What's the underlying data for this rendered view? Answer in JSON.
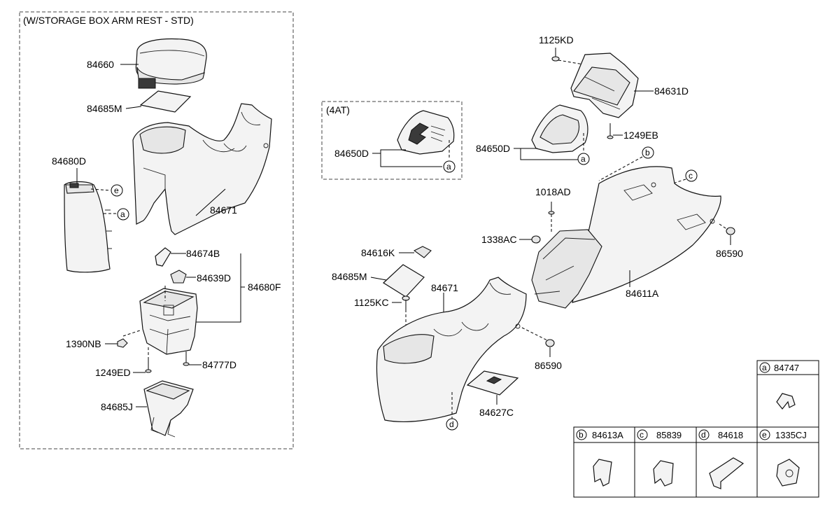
{
  "diagram": {
    "group_std_title": "(W/STORAGE BOX ARM REST - STD)",
    "group_4at_title": "(4AT)",
    "labels": {
      "p84660": "84660",
      "p84685M_left": "84685M",
      "p84680D": "84680D",
      "p84671_left": "84671",
      "p84674B": "84674B",
      "p84639D": "84639D",
      "p84680F": "84680F",
      "p1390NB": "1390NB",
      "p1249ED": "1249ED",
      "p84777D": "84777D",
      "p84685J": "84685J",
      "p84650D_4at": "84650D",
      "p1125KD": "1125KD",
      "p84631D": "84631D",
      "p1249EB": "1249EB",
      "p84650D_right": "84650D",
      "p1018AD": "1018AD",
      "p1338AC": "1338AC",
      "p86590_right": "86590",
      "p84611A": "84611A",
      "p84616K": "84616K",
      "p84685M_mid": "84685M",
      "p1125KC": "1125KC",
      "p84671_mid": "84671",
      "p86590_mid": "86590",
      "p84627C": "84627C"
    },
    "callouts": {
      "a": "a",
      "b": "b",
      "c": "c",
      "d": "d",
      "e": "e"
    }
  },
  "legend_table": {
    "cells": [
      {
        "letter": "a",
        "part": "84747"
      },
      {
        "letter": "b",
        "part": "84613A"
      },
      {
        "letter": "c",
        "part": "85839"
      },
      {
        "letter": "d",
        "part": "84618"
      },
      {
        "letter": "e",
        "part": "1335CJ"
      }
    ]
  },
  "colors": {
    "line": "#000000",
    "part_fill": "#f3f3f3",
    "background": "#ffffff"
  }
}
